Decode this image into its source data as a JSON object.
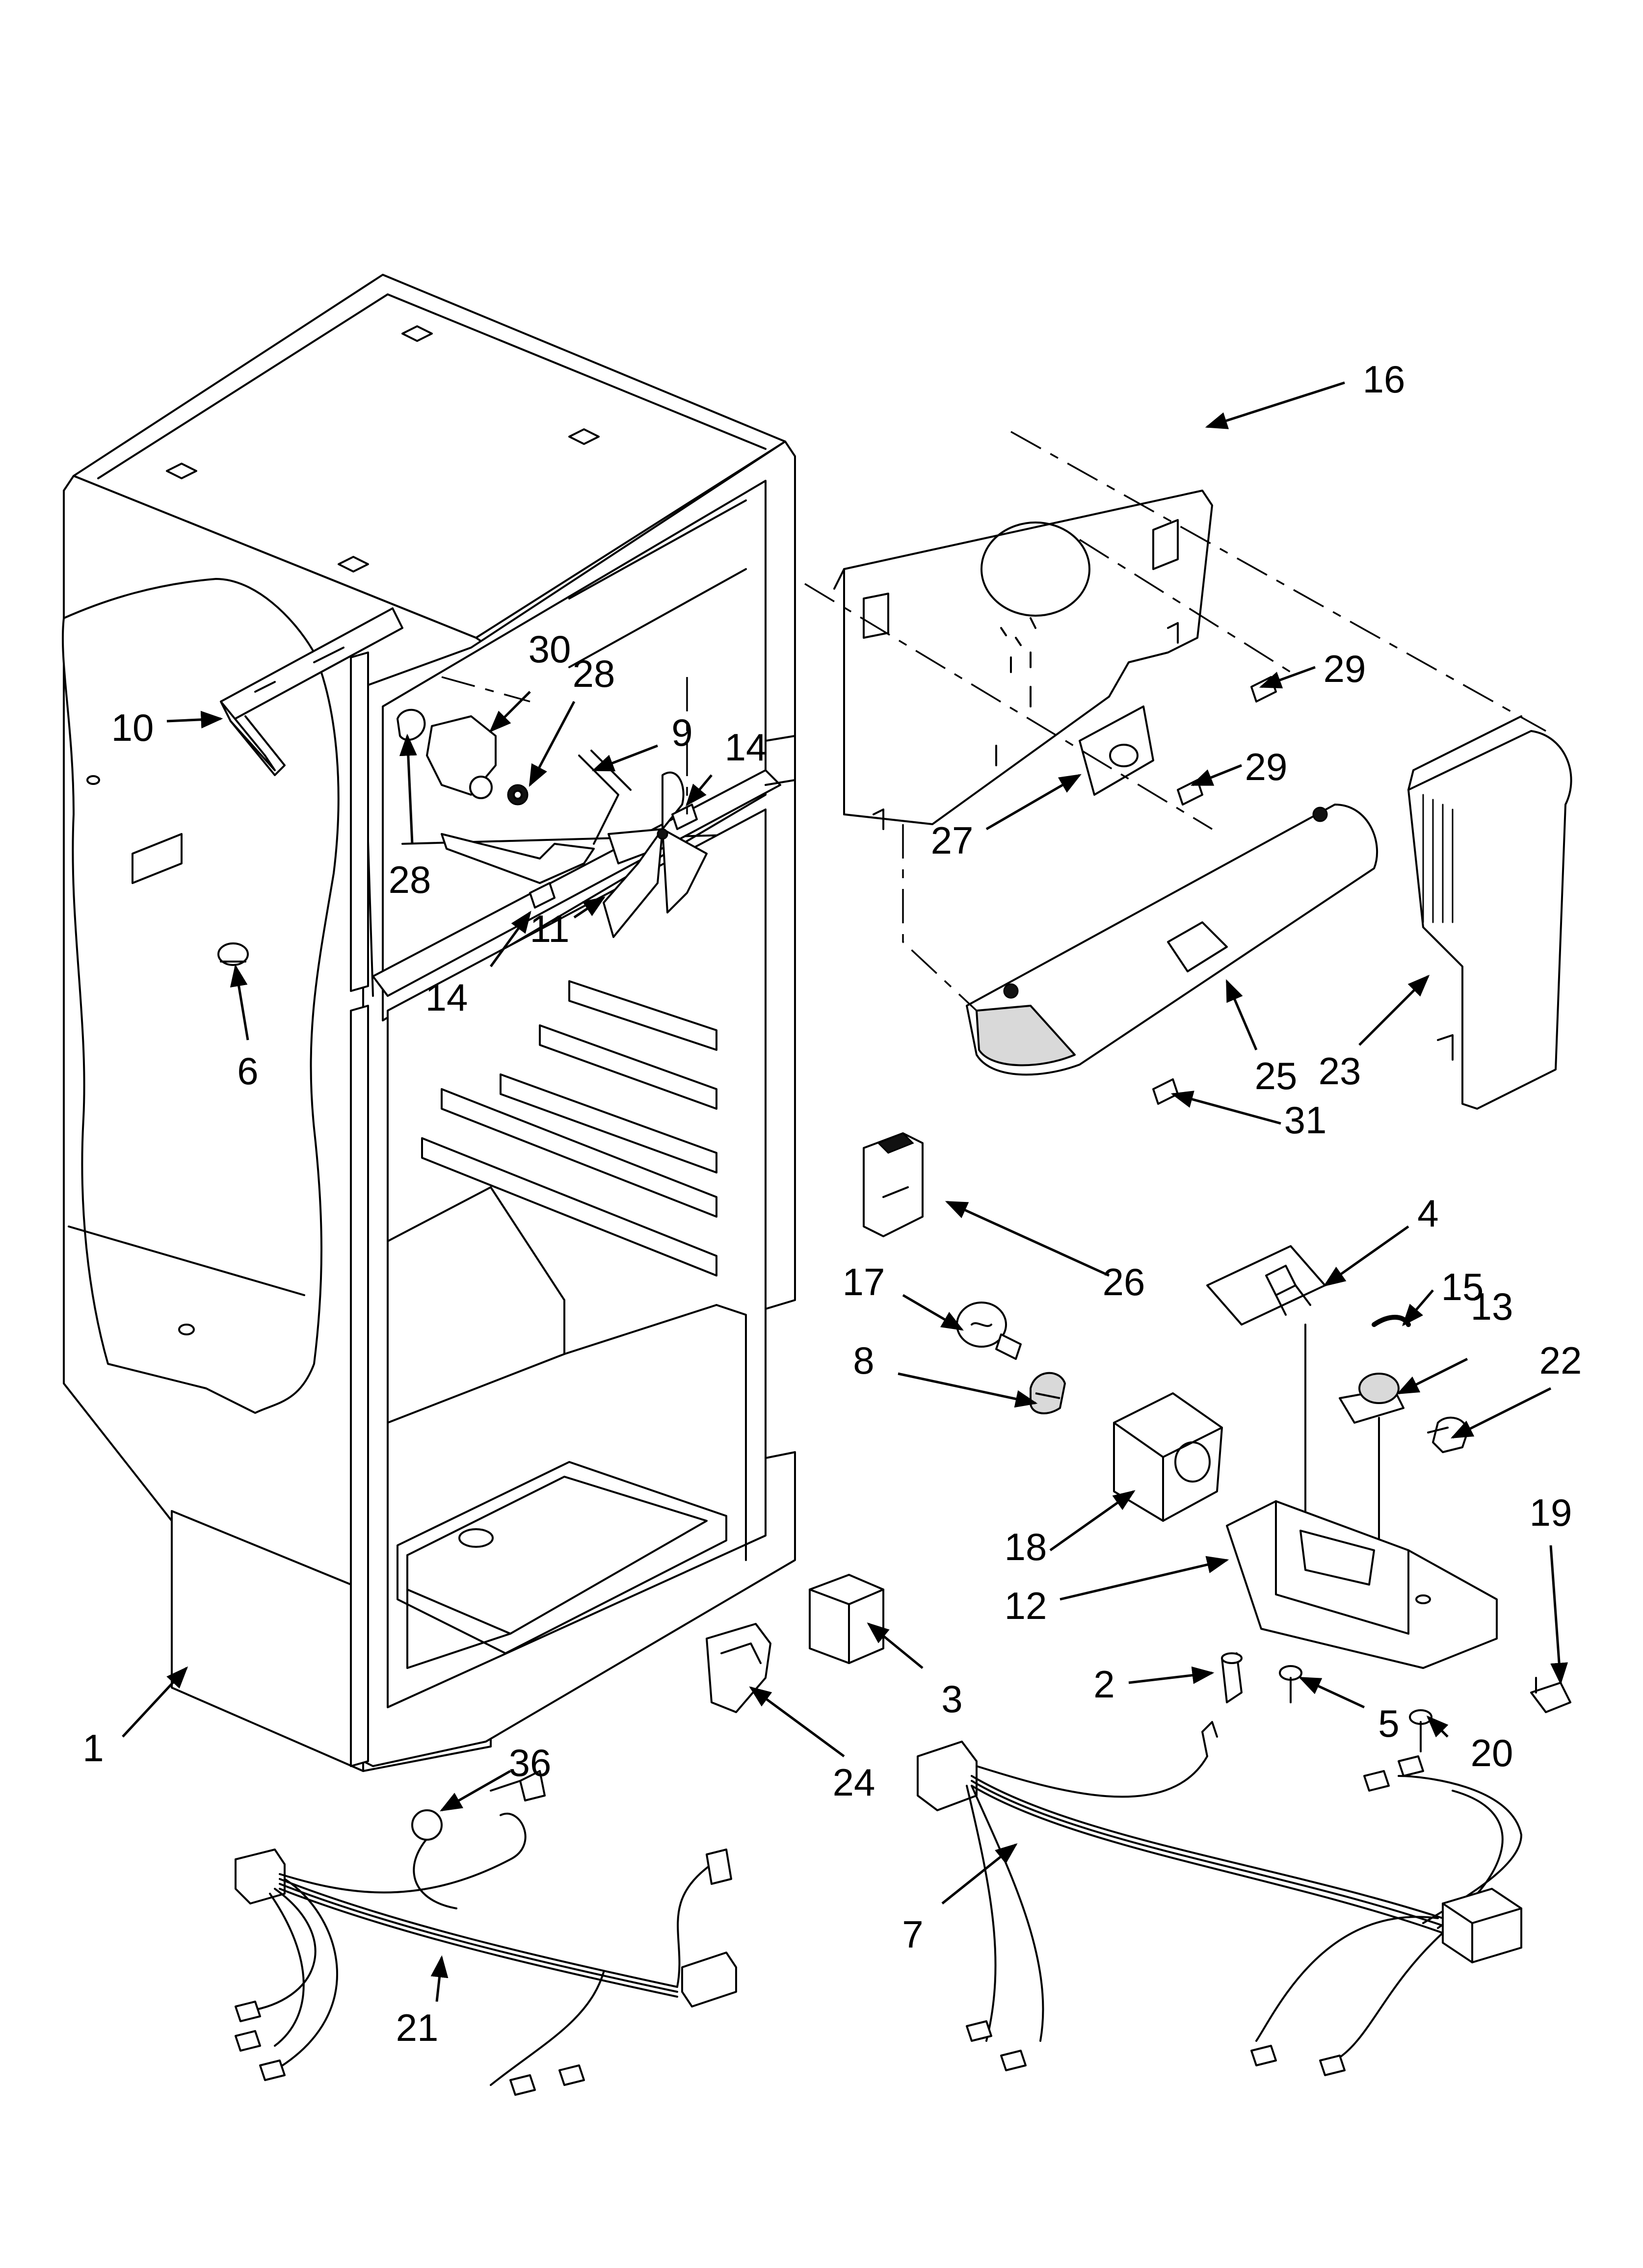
{
  "callouts": [
    {
      "id": "c1",
      "text": "1"
    },
    {
      "id": "c2",
      "text": "2"
    },
    {
      "id": "c3",
      "text": "3"
    },
    {
      "id": "c4",
      "text": "4"
    },
    {
      "id": "c5",
      "text": "5"
    },
    {
      "id": "c6",
      "text": "6"
    },
    {
      "id": "c7",
      "text": "7"
    },
    {
      "id": "c8",
      "text": "8"
    },
    {
      "id": "c9",
      "text": "9"
    },
    {
      "id": "c10",
      "text": "10"
    },
    {
      "id": "c11",
      "text": "11"
    },
    {
      "id": "c12",
      "text": "12"
    },
    {
      "id": "c13",
      "text": "13"
    },
    {
      "id": "c14a",
      "text": "14"
    },
    {
      "id": "c14b",
      "text": "14"
    },
    {
      "id": "c15",
      "text": "15"
    },
    {
      "id": "c16",
      "text": "16"
    },
    {
      "id": "c17",
      "text": "17"
    },
    {
      "id": "c18",
      "text": "18"
    },
    {
      "id": "c19",
      "text": "19"
    },
    {
      "id": "c20",
      "text": "20"
    },
    {
      "id": "c21",
      "text": "21"
    },
    {
      "id": "c22",
      "text": "22"
    },
    {
      "id": "c23",
      "text": "23"
    },
    {
      "id": "c24",
      "text": "24"
    },
    {
      "id": "c25",
      "text": "25"
    },
    {
      "id": "c26",
      "text": "26"
    },
    {
      "id": "c27",
      "text": "27"
    },
    {
      "id": "c28a",
      "text": "28"
    },
    {
      "id": "c28b",
      "text": "28"
    },
    {
      "id": "c29a",
      "text": "29"
    },
    {
      "id": "c29b",
      "text": "29"
    },
    {
      "id": "c30",
      "text": "30"
    },
    {
      "id": "c31",
      "text": "31"
    },
    {
      "id": "c36",
      "text": "36"
    }
  ]
}
